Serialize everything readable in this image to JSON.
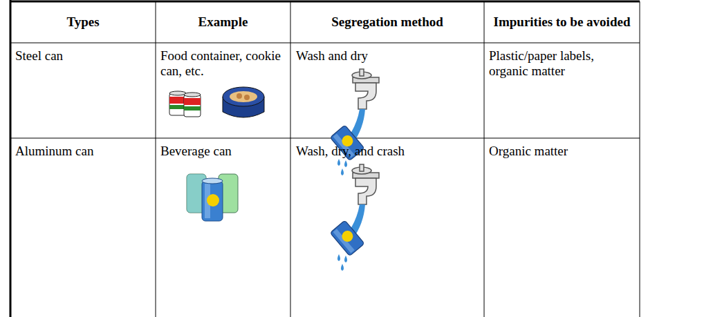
{
  "diagram": {
    "labels": [
      "Types",
      "Example",
      "Segregation method",
      "Impurities to be avoided",
      "Steel can",
      "Food container, cookie can, etc.",
      "Wash and dry",
      "Plastic/paper labels, organic matter",
      "Aluminum can",
      "Beverage can",
      "Wash, dry, and crash",
      "Organic matter"
    ]
  }
}
